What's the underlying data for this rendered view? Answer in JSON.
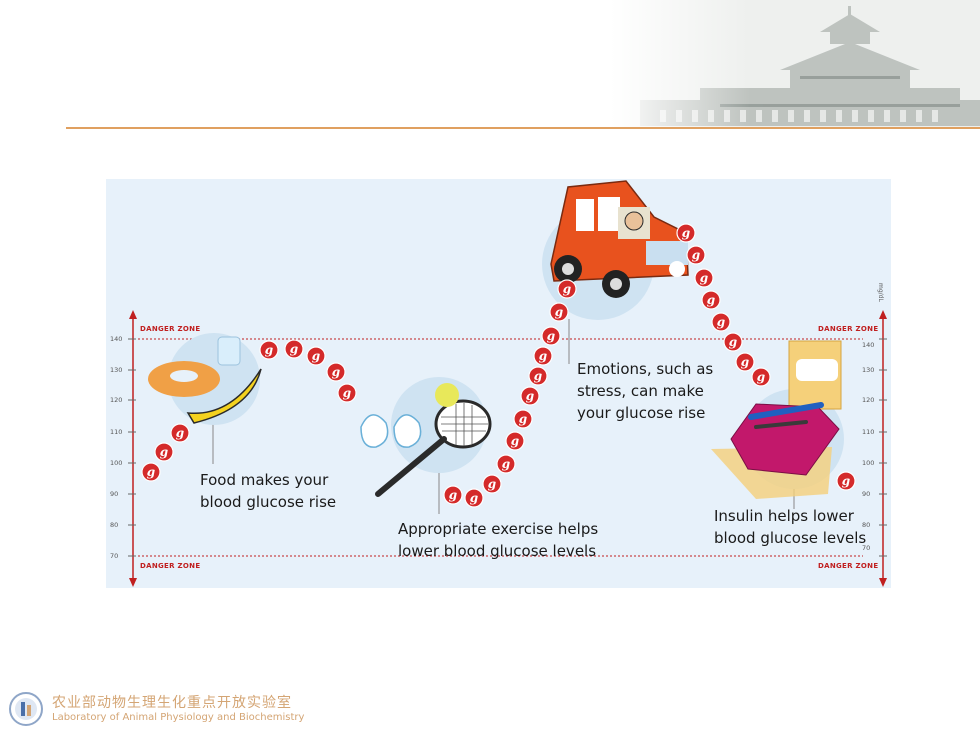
{
  "captions": {
    "food": "Food makes your\nblood glucose rise",
    "exercise": "Appropriate exercise helps\nlower blood glucose levels",
    "emotions": "Emotions, such as\nstress, can make\nyour glucose rise",
    "insulin": "Insulin helps lower\nblood glucose levels"
  },
  "danger_zone_label": "DANGER ZONE",
  "y_ticks": [
    "140",
    "130",
    "120",
    "110",
    "100",
    "90",
    "80",
    "70"
  ],
  "y_unit": "mg/dL",
  "glucose_symbol": "g",
  "footer": {
    "cn": "农业部动物生理生化重点开放实验室",
    "en": "Laboratory of Animal Physiology and Biochemistry"
  },
  "colors": {
    "accent_rule": "#e0a060",
    "danger": "#c02020",
    "glucose_dot": "#d42a2a",
    "diagram_bg": "#e7f1fa",
    "footer_text": "#d4a574"
  }
}
